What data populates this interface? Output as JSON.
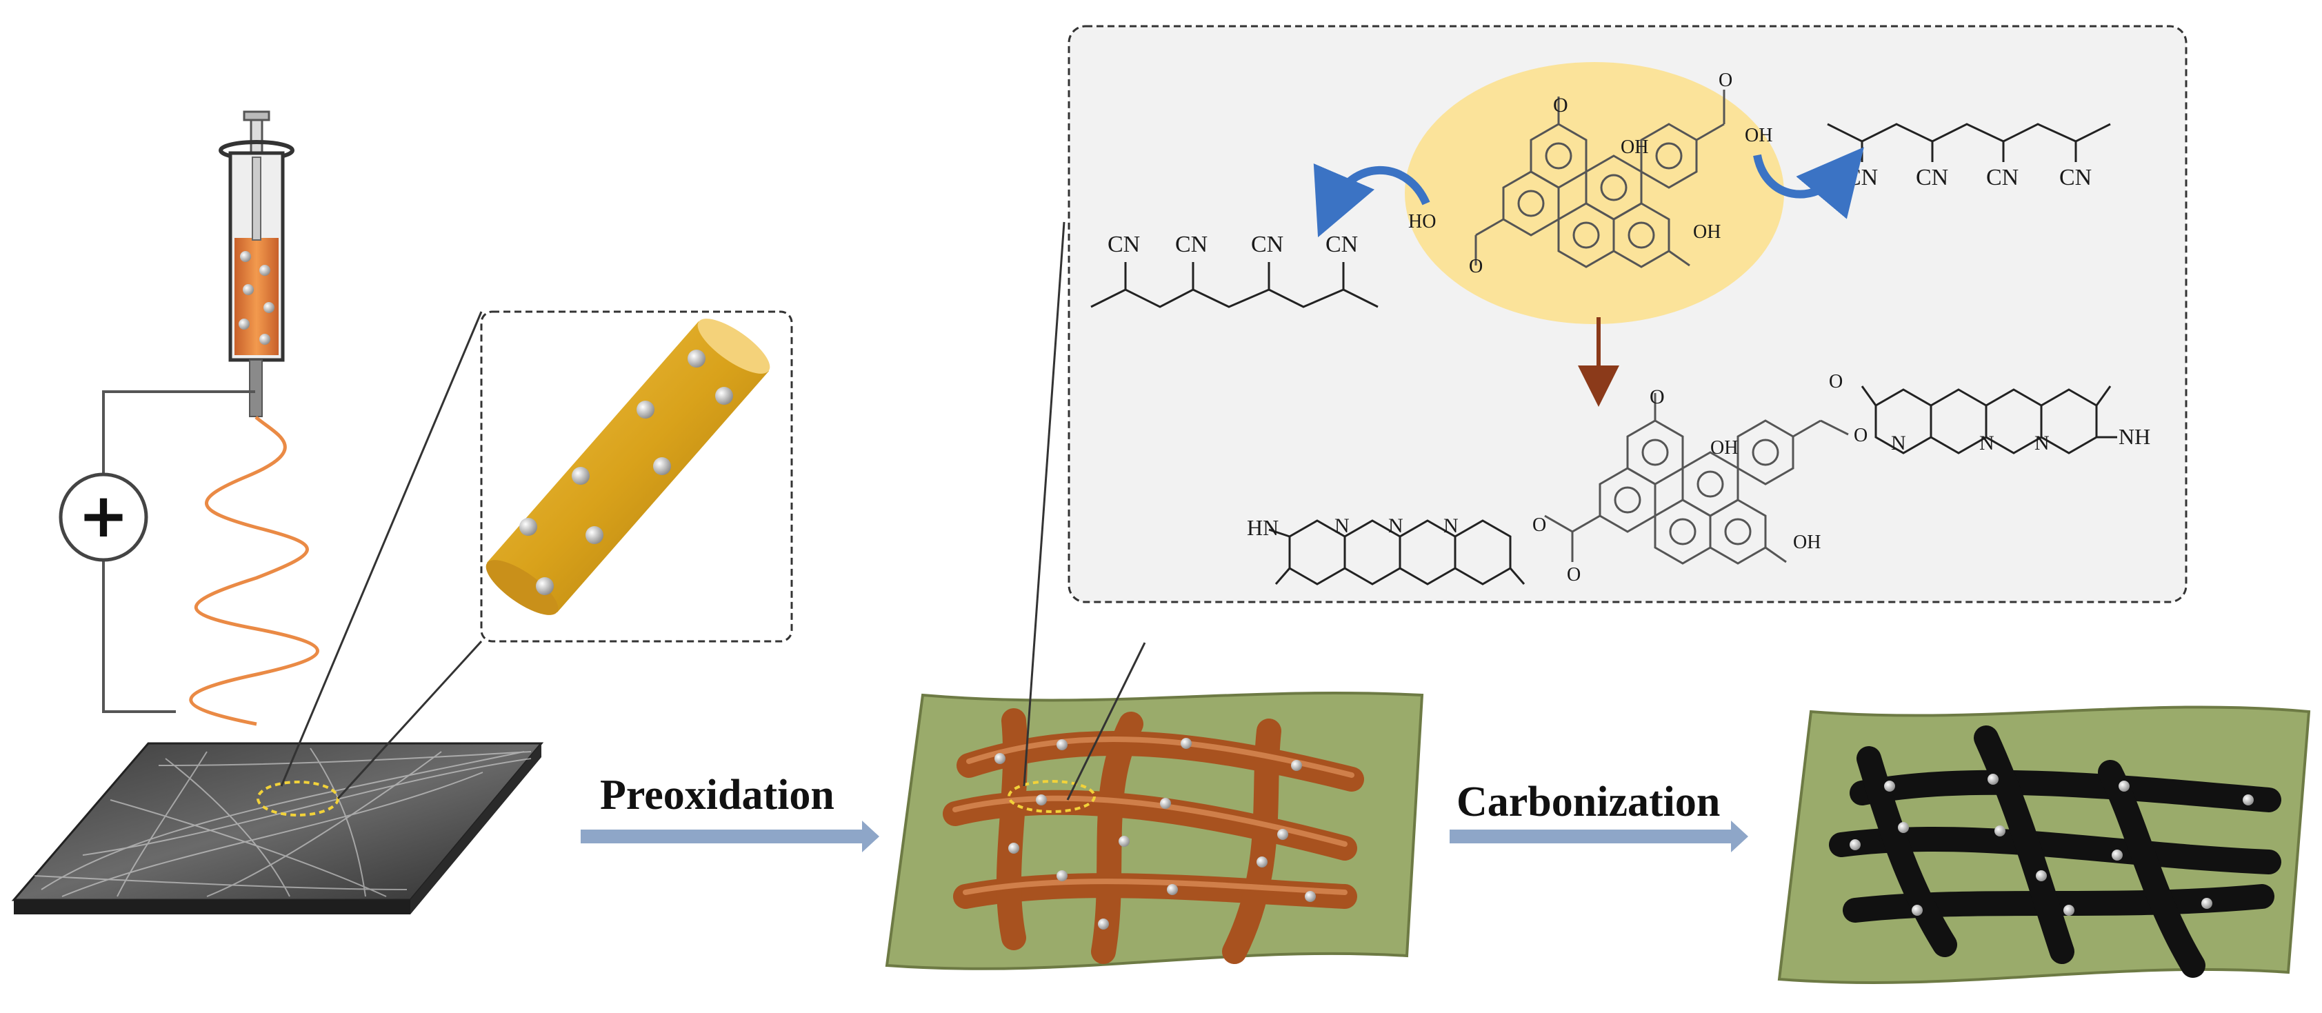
{
  "steps": {
    "preoxidation": "Preoxidation",
    "carbonization": "Carbonization"
  },
  "power_source": {
    "symbol": "+"
  },
  "chemistry": {
    "cn_group": "CN",
    "oh_group": "OH",
    "hooc_group": "HO",
    "carbonyl_o": "O",
    "nitrogen": "N",
    "imine_right": "NH",
    "imine_left": "HN"
  },
  "colors": {
    "solution": "#e8823a",
    "fiber_gold": "#d9a21b",
    "fiber_copper": "#a8521f",
    "fiber_black": "#111111",
    "mat_green": "#9aab6b",
    "highlight_yellow": "#fbe39a",
    "arrow_blue": "#8ea6c8",
    "reaction_arrow": "#8b3a1a",
    "curved_arrow": "#3b73c4",
    "inset_bg": "#f2f2f2"
  },
  "icons": [
    "syringe-icon",
    "power-source-icon",
    "fiber-icon",
    "nanofiber-mat-icon",
    "process-arrow-icon"
  ]
}
